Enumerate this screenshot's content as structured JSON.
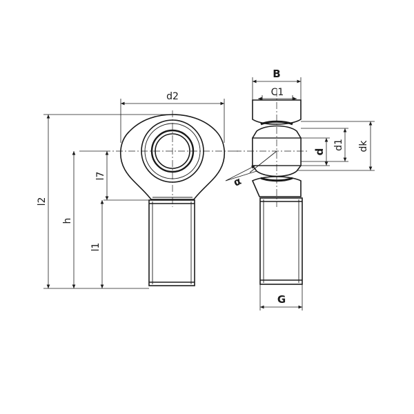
{
  "labels": {
    "d2": "d2",
    "l2": "l2",
    "h": "h",
    "l7": "l7",
    "l1": "l1",
    "B": "B",
    "C1": "C1",
    "d": "d",
    "d1": "d1",
    "dk": "dk",
    "alpha": "α",
    "G": "G"
  }
}
